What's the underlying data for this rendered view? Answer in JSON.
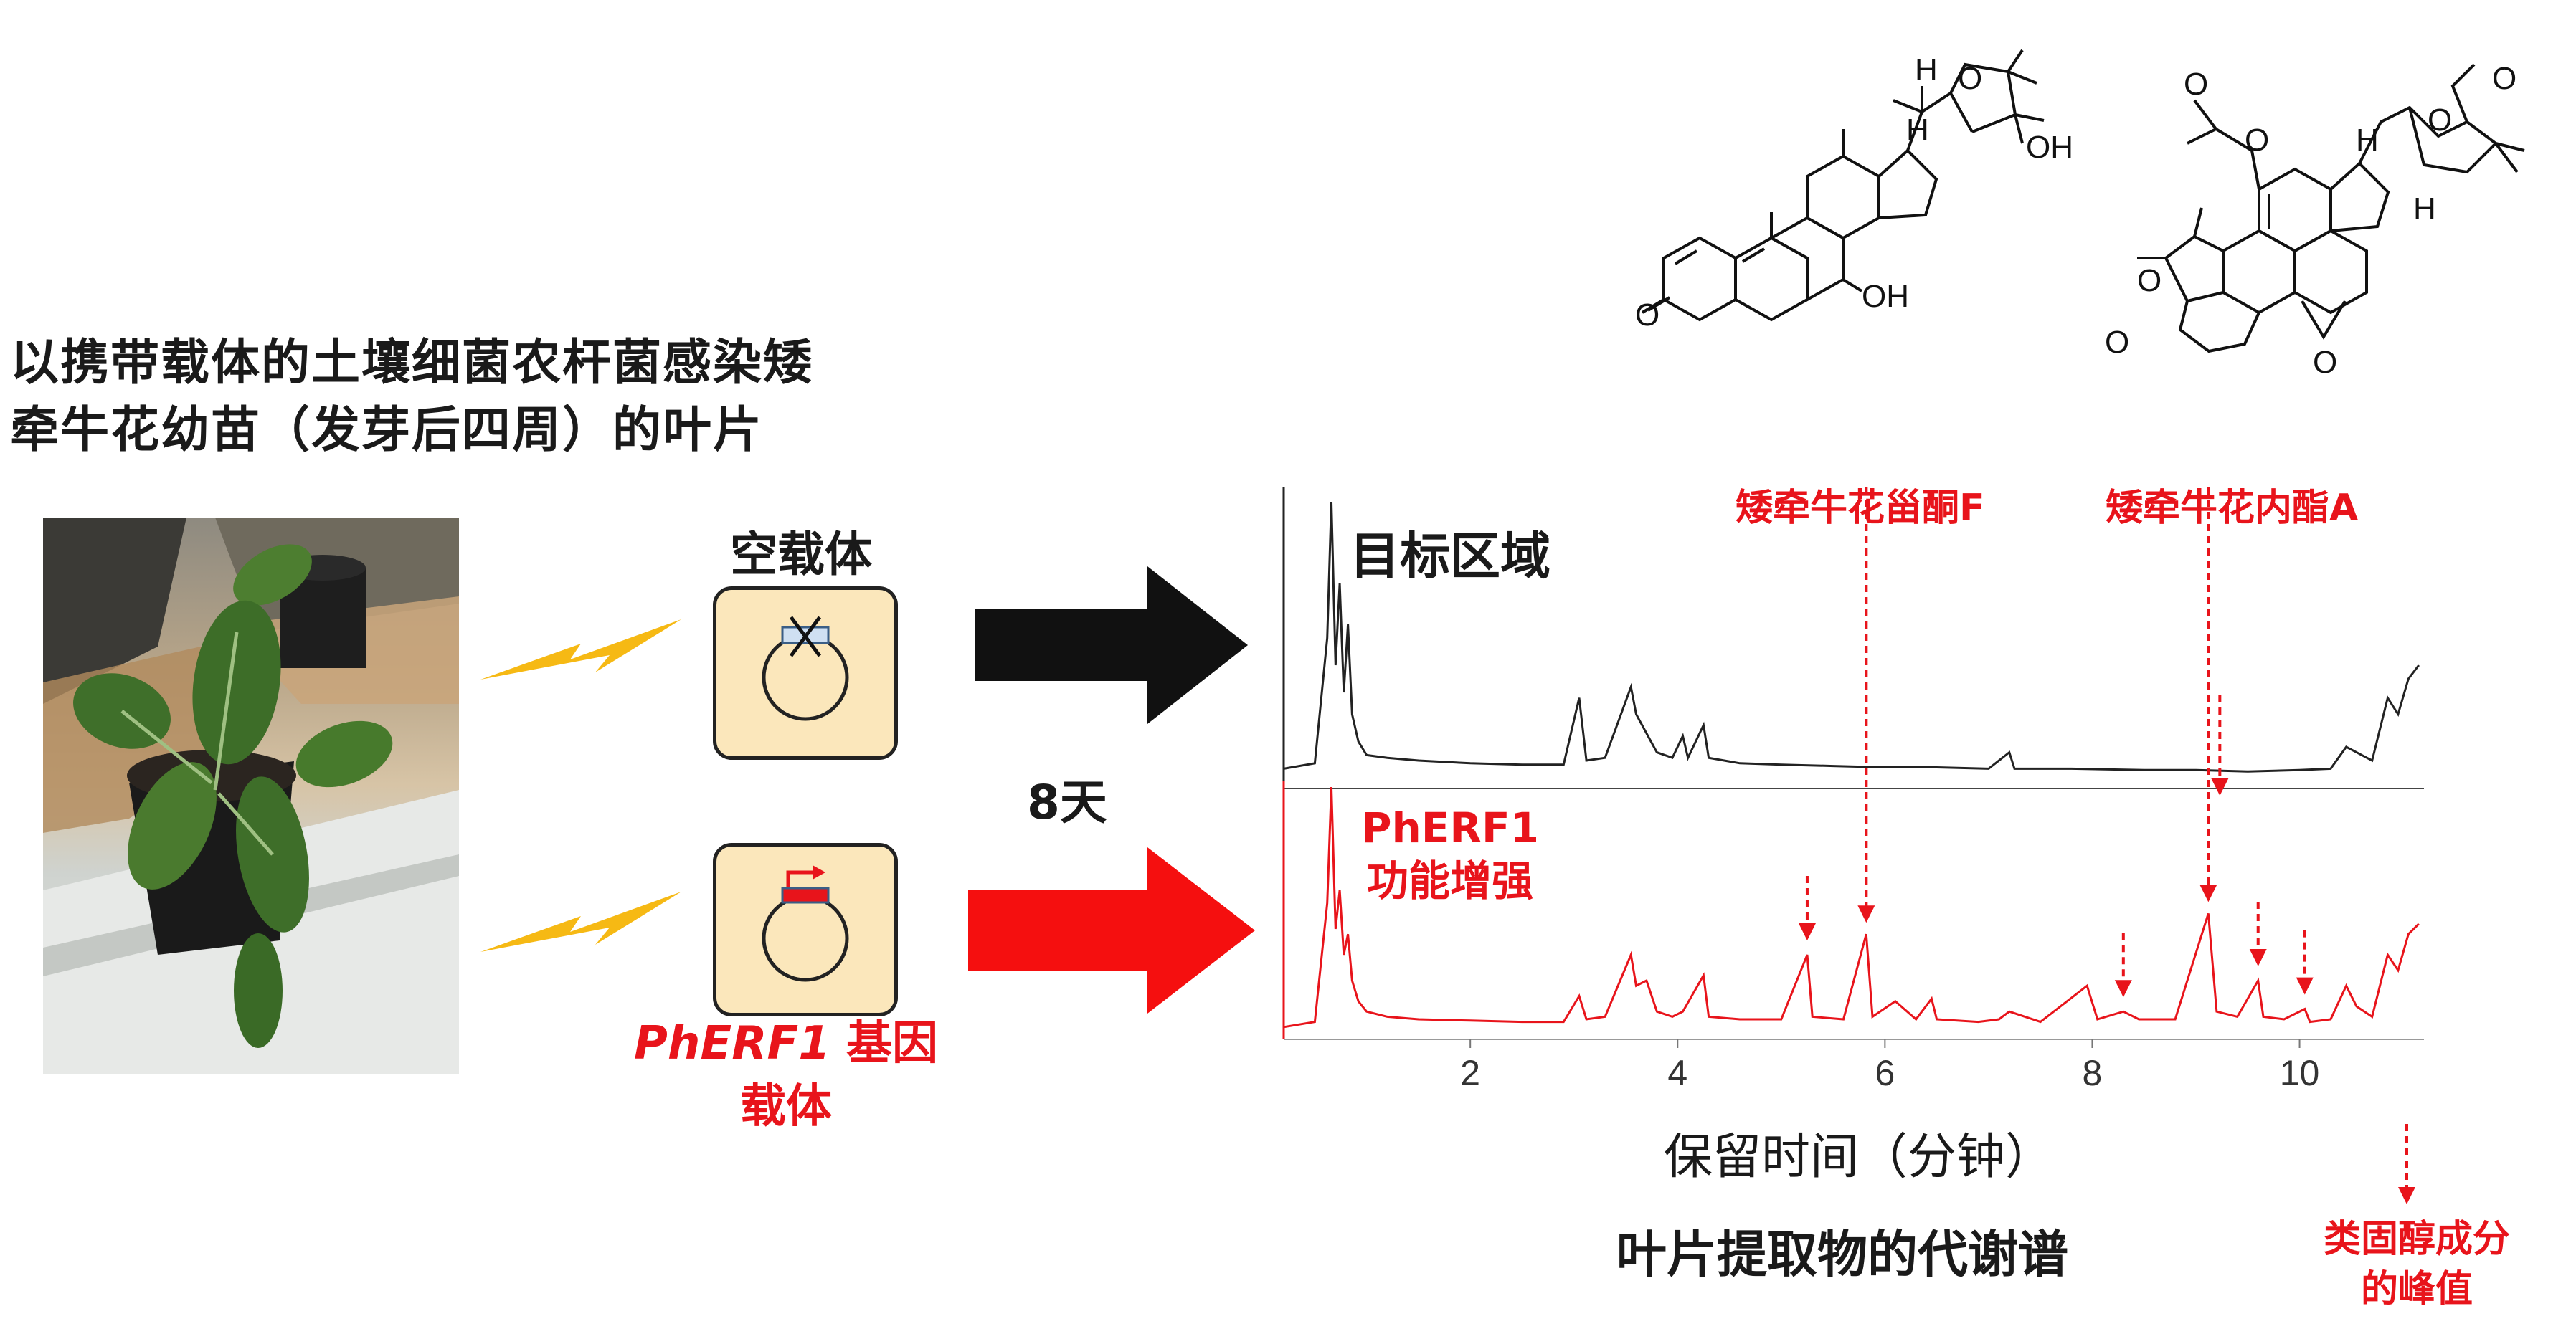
{
  "intro": {
    "line1": "以携带载体的土壤细菌农杆菌感染矮",
    "line2": "牵牛花幼苗（发芽后四周）的叶片"
  },
  "vectors": {
    "empty_label": "空载体",
    "gene_label_italic": "PhERF1",
    "gene_label_rest": " 基因",
    "gene_label_line2": "载体"
  },
  "timeline": {
    "days_label": "8天"
  },
  "structures": {
    "compound1": {
      "labels": [
        "H",
        "O",
        "H",
        "OH",
        "O",
        "OH"
      ]
    },
    "compound2": {
      "labels": [
        "O",
        "O",
        "H",
        "O",
        "O",
        "H",
        "O",
        "O",
        "O"
      ]
    }
  },
  "chart": {
    "target_label": "目标区域",
    "overexpression_label_line1": "PhERF1",
    "overexpression_label_line2": "功能增强",
    "compound_f_label": "矮牵牛花甾酮F",
    "compound_a_label": "矮牵牛花内酯A",
    "xlabel": "保留时间（分钟）",
    "caption": "叶片提取物的代谢谱",
    "legend_peak_line1": "类固醇成分",
    "legend_peak_line2": "的峰值"
  },
  "colors": {
    "accent_red": "#e8141b",
    "bolt_yellow": "#f6b914",
    "box_fill": "#fbe7bb",
    "trace_black": "#222222"
  },
  "chart_data": {
    "type": "line",
    "xlabel": "保留时间（分钟）",
    "ylabel": "",
    "title": "",
    "xlim": [
      0.2,
      11.2
    ],
    "xticks": [
      2,
      4,
      6,
      8,
      10
    ],
    "series": [
      {
        "name": "目标区域",
        "color": "#222222",
        "points": [
          [
            0.2,
            0.02
          ],
          [
            0.5,
            0.04
          ],
          [
            0.62,
            0.5
          ],
          [
            0.66,
            1.0
          ],
          [
            0.7,
            0.4
          ],
          [
            0.74,
            0.7
          ],
          [
            0.78,
            0.3
          ],
          [
            0.82,
            0.55
          ],
          [
            0.86,
            0.22
          ],
          [
            0.92,
            0.12
          ],
          [
            1.0,
            0.07
          ],
          [
            1.2,
            0.06
          ],
          [
            1.5,
            0.05
          ],
          [
            2.0,
            0.04
          ],
          [
            2.5,
            0.035
          ],
          [
            2.9,
            0.035
          ],
          [
            3.05,
            0.28
          ],
          [
            3.12,
            0.05
          ],
          [
            3.3,
            0.06
          ],
          [
            3.55,
            0.32
          ],
          [
            3.6,
            0.22
          ],
          [
            3.7,
            0.15
          ],
          [
            3.8,
            0.08
          ],
          [
            3.95,
            0.06
          ],
          [
            4.05,
            0.14
          ],
          [
            4.1,
            0.06
          ],
          [
            4.25,
            0.18
          ],
          [
            4.3,
            0.06
          ],
          [
            4.6,
            0.04
          ],
          [
            5.0,
            0.035
          ],
          [
            5.5,
            0.03
          ],
          [
            6.0,
            0.025
          ],
          [
            6.5,
            0.025
          ],
          [
            7.0,
            0.02
          ],
          [
            7.2,
            0.08
          ],
          [
            7.25,
            0.02
          ],
          [
            7.8,
            0.02
          ],
          [
            8.5,
            0.015
          ],
          [
            9.0,
            0.015
          ],
          [
            9.5,
            0.01
          ],
          [
            10.0,
            0.015
          ],
          [
            10.3,
            0.02
          ],
          [
            10.45,
            0.1
          ],
          [
            10.55,
            0.08
          ],
          [
            10.7,
            0.05
          ],
          [
            10.85,
            0.28
          ],
          [
            10.95,
            0.22
          ],
          [
            11.05,
            0.35
          ],
          [
            11.15,
            0.4
          ]
        ]
      },
      {
        "name": "PhERF1 功能增强",
        "color": "#e8141b",
        "points": [
          [
            0.2,
            0.02
          ],
          [
            0.5,
            0.04
          ],
          [
            0.62,
            0.5
          ],
          [
            0.66,
            0.95
          ],
          [
            0.7,
            0.4
          ],
          [
            0.74,
            0.55
          ],
          [
            0.78,
            0.3
          ],
          [
            0.82,
            0.38
          ],
          [
            0.86,
            0.2
          ],
          [
            0.92,
            0.12
          ],
          [
            1.0,
            0.08
          ],
          [
            1.2,
            0.06
          ],
          [
            1.5,
            0.05
          ],
          [
            2.0,
            0.045
          ],
          [
            2.5,
            0.04
          ],
          [
            2.9,
            0.04
          ],
          [
            3.05,
            0.14
          ],
          [
            3.12,
            0.05
          ],
          [
            3.3,
            0.06
          ],
          [
            3.55,
            0.3
          ],
          [
            3.6,
            0.18
          ],
          [
            3.7,
            0.2
          ],
          [
            3.8,
            0.08
          ],
          [
            3.95,
            0.06
          ],
          [
            4.05,
            0.08
          ],
          [
            4.25,
            0.22
          ],
          [
            4.3,
            0.06
          ],
          [
            4.6,
            0.05
          ],
          [
            5.0,
            0.05
          ],
          [
            5.25,
            0.3
          ],
          [
            5.3,
            0.06
          ],
          [
            5.6,
            0.05
          ],
          [
            5.82,
            0.38
          ],
          [
            5.88,
            0.06
          ],
          [
            6.1,
            0.12
          ],
          [
            6.3,
            0.05
          ],
          [
            6.45,
            0.13
          ],
          [
            6.5,
            0.05
          ],
          [
            6.9,
            0.04
          ],
          [
            7.1,
            0.05
          ],
          [
            7.2,
            0.08
          ],
          [
            7.5,
            0.04
          ],
          [
            7.95,
            0.18
          ],
          [
            8.05,
            0.05
          ],
          [
            8.3,
            0.08
          ],
          [
            8.45,
            0.05
          ],
          [
            8.8,
            0.05
          ],
          [
            9.12,
            0.46
          ],
          [
            9.2,
            0.08
          ],
          [
            9.4,
            0.06
          ],
          [
            9.6,
            0.2
          ],
          [
            9.65,
            0.06
          ],
          [
            9.85,
            0.05
          ],
          [
            10.05,
            0.09
          ],
          [
            10.1,
            0.04
          ],
          [
            10.3,
            0.05
          ],
          [
            10.45,
            0.18
          ],
          [
            10.55,
            0.1
          ],
          [
            10.7,
            0.06
          ],
          [
            10.85,
            0.3
          ],
          [
            10.95,
            0.24
          ],
          [
            11.05,
            0.38
          ],
          [
            11.15,
            0.42
          ]
        ]
      }
    ],
    "annotations": [
      {
        "text": "矮牵牛花甾酮F",
        "x": 5.82
      },
      {
        "text": "矮牵牛花内酯A",
        "x": 9.12
      },
      {
        "text": "类固醇成分的峰值",
        "x": [
          5.25,
          8.3,
          9.6,
          10.05
        ]
      }
    ]
  }
}
